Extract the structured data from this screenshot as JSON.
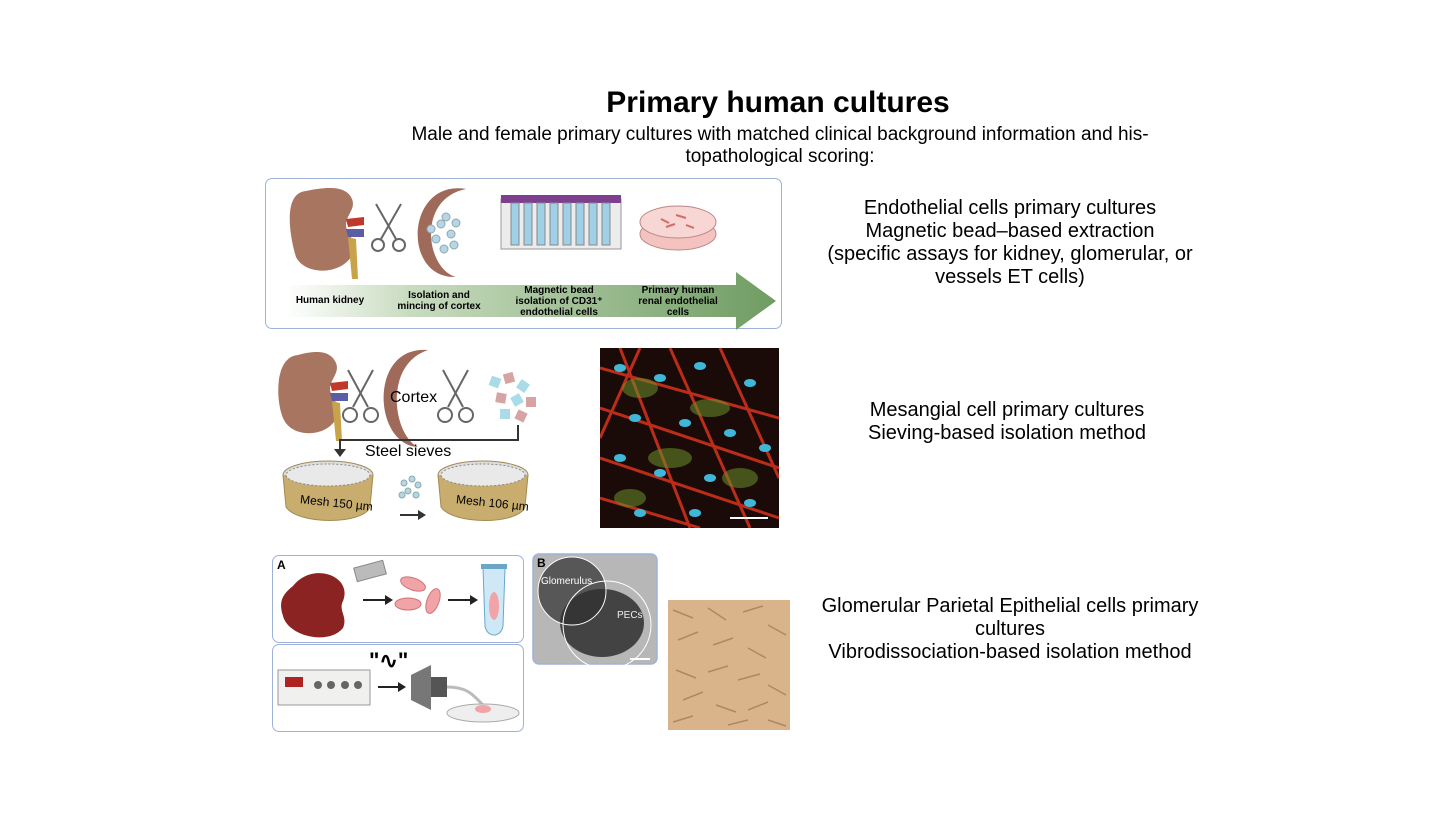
{
  "header": {
    "title": "Primary human cultures",
    "subtitle": "Male and female primary cultures with matched clinical background information and his-topathological scoring:"
  },
  "endothelial": {
    "description": [
      "Endothelial cells primary cultures",
      "Magnetic bead–based extraction",
      "(specific assays for kidney, glomerular, or",
      "vessels ET cells)"
    ],
    "steps": [
      "Human kidney",
      "Isolation and mincing of cortex",
      "Magnetic bead isolation of CD31⁺ endothelial cells",
      "Primary human renal endothelial cells"
    ]
  },
  "mesangial": {
    "description": [
      "Mesangial cell primary cultures",
      "Sieving-based isolation method"
    ],
    "cortex_label": "Cortex",
    "sieves_label": "Steel sieves",
    "mesh1": "Mesh 150 µm",
    "mesh2": "Mesh 106 µm"
  },
  "pec": {
    "description": [
      "Glomerular Parietal Epithelial cells primary",
      "cultures",
      "Vibrodissociation-based isolation method"
    ],
    "panel_a": "A",
    "panel_b": "B",
    "glomerulus_label": "Glomerulus",
    "pecs_label": "PECs",
    "vibration_label": "\"∿\""
  },
  "colors": {
    "panel_border": "#9db3d9",
    "arrow_green": "#7fa870",
    "kidney": "#a0705a",
    "kidney_dark": "#8b2323"
  }
}
